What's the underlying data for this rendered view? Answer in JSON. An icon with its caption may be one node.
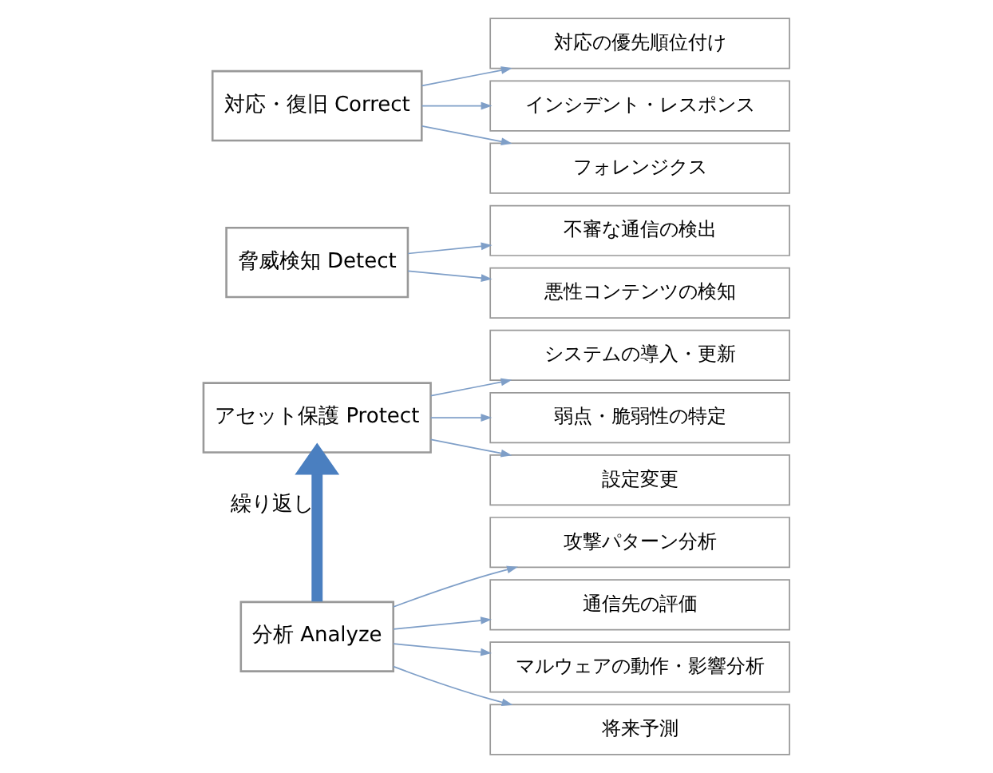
{
  "diagram": {
    "nodes": [
      {
        "text": [
          "アセット保護 Protect"
        ]
      },
      {
        "text": [
          "システムの導入・更新"
        ]
      },
      {
        "text": [
          "弱点・脆弱性の特定"
        ]
      },
      {
        "text": [
          "設定変更"
        ]
      },
      {
        "text": [
          "脅威検知 Detect"
        ]
      },
      {
        "text": [
          "不審な通信の検出"
        ]
      },
      {
        "text": [
          "悪性コンテンツの検知"
        ]
      },
      {
        "text": [
          "対応・復旧 Correct"
        ]
      },
      {
        "text": [
          "対応の優先順位付け"
        ]
      },
      {
        "text": [
          "インシデント・レスポンス"
        ]
      },
      {
        "text": [
          "フォレンジクス"
        ]
      },
      {
        "text": [
          "分析 Analyze"
        ]
      },
      {
        "text": [
          "攻撃パターン分析"
        ]
      },
      {
        "text": [
          "通信先の評価"
        ]
      },
      {
        "text": [
          "マルウェアの動作・影響分析"
        ]
      },
      {
        "text": [
          "将来予測"
        ]
      }
    ],
    "edges": [
      {
        "from": 0,
        "to": 1,
        "arrow": "to"
      },
      {
        "from": 0,
        "to": 2,
        "arrow": "to"
      },
      {
        "from": 0,
        "to": 3,
        "arrow": "to"
      },
      {
        "from": 4,
        "to": 5,
        "arrow": "to"
      },
      {
        "from": 4,
        "to": 6,
        "arrow": "to"
      },
      {
        "from": 7,
        "to": 8,
        "arrow": "to"
      },
      {
        "from": 7,
        "to": 9,
        "arrow": "to"
      },
      {
        "from": 7,
        "to": 10,
        "arrow": "to"
      },
      {
        "from": 11,
        "to": 12,
        "arrow": "to"
      },
      {
        "from": 11,
        "to": 13,
        "arrow": "to"
      },
      {
        "from": 11,
        "to": 14,
        "arrow": "to"
      },
      {
        "from": 11,
        "to": 15,
        "arrow": "to"
      },
      {
        "from": 11,
        "to": 0,
        "arrow": "to",
        "label": "繰り返し",
        "style": "thick",
        "color": "#4a7fc0"
      }
    ]
  }
}
